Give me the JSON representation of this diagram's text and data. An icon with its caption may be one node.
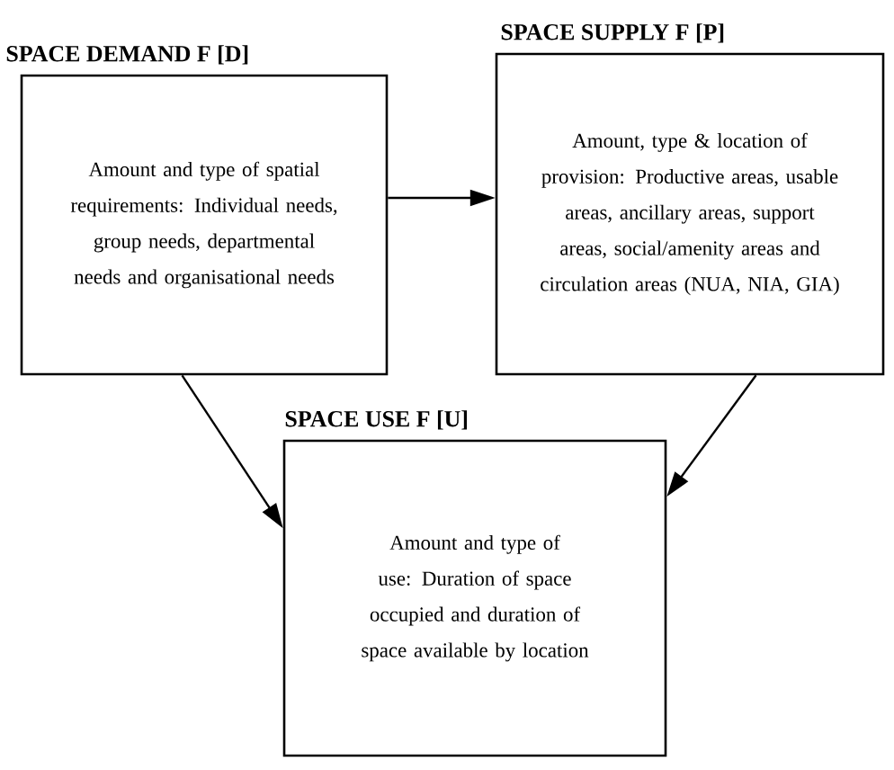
{
  "diagram": {
    "nodes": [
      {
        "text": [
          "SPACE DEMAND F [D]",
          "Amount and type of spatial requirements: Individual needs, group needs, departmental needs and organisational needs"
        ]
      },
      {
        "text": [
          "SPACE SUPPLY F [P]",
          "Amount, type & location of provision: Productive areas, usable areas, ancillary areas, support areas, social/amenity areas and circulation areas (NUA, NIA, GIA)"
        ]
      },
      {
        "text": [
          "SPACE USE F [U]",
          "Amount and type of use: Duration of space occupied and duration of space available by location"
        ]
      }
    ],
    "edges": [
      {
        "from": 0,
        "to": 1,
        "arrow": "to"
      },
      {
        "from": 0,
        "to": 2,
        "arrow": "to"
      },
      {
        "from": 1,
        "to": 2,
        "arrow": "to"
      }
    ]
  }
}
